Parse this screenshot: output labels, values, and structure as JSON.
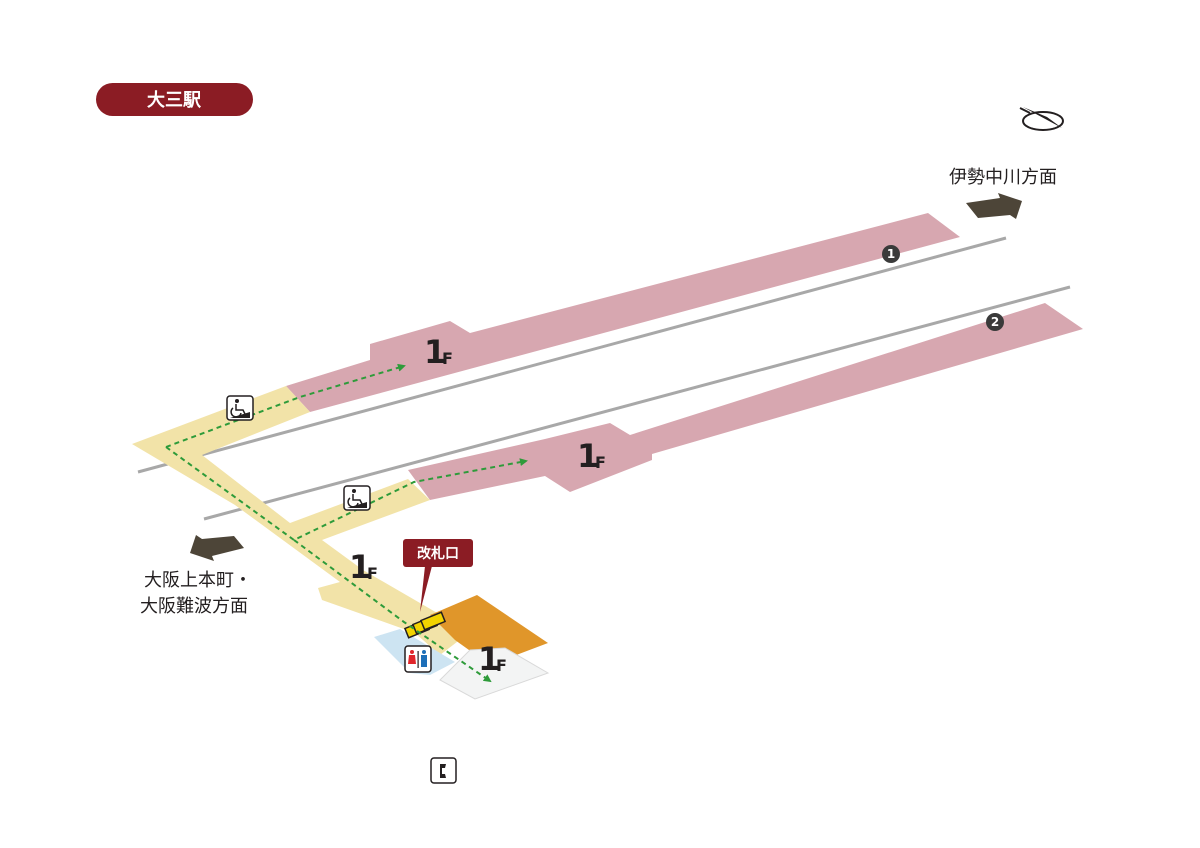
{
  "station": {
    "name": "大三駅",
    "color": "#8b1c24"
  },
  "directions": {
    "northeast": "伊勢中川方面",
    "southwest_line1": "大阪上本町・",
    "southwest_line2": "大阪難波方面"
  },
  "platforms": [
    {
      "number": "1",
      "floor": "1",
      "floor_unit": "F"
    },
    {
      "number": "2",
      "floor": "1",
      "floor_unit": "F"
    }
  ],
  "concourse": {
    "floor": "1",
    "floor_unit": "F"
  },
  "gate_area": {
    "floor": "1",
    "floor_unit": "F"
  },
  "ticket_gate": {
    "label": "改札口"
  },
  "icons": [
    "compass-icon",
    "wheelchair-slope-icon",
    "restroom-icon",
    "telephone-icon",
    "ticket-gate-icon",
    "direction-arrow-icon"
  ],
  "colors": {
    "platform": "#d7a7b0",
    "concourse": "#f2e3a8",
    "gate_area": "#e0962a",
    "route": "#2e9b3a",
    "station_badge": "#8b1c24",
    "arrow": "#4d4538",
    "track": "#a8a8a8"
  }
}
